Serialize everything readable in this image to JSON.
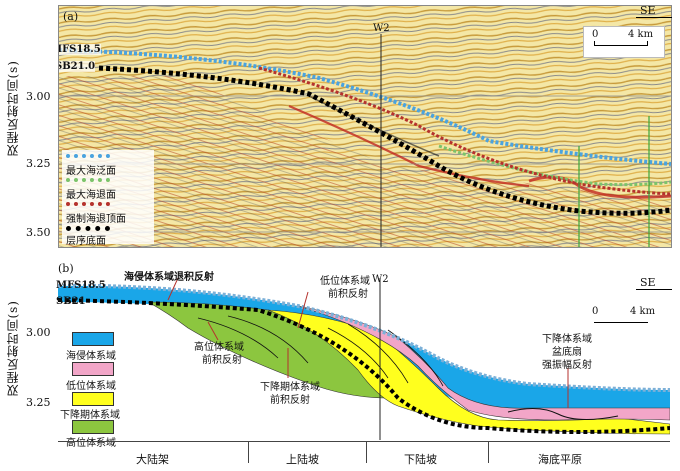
{
  "panel_a": {
    "label": "(a)",
    "direction": "SE",
    "well": "W2",
    "surface_labels": {
      "mfs": "MFS18.5",
      "sb": "SB21.0"
    },
    "scale": {
      "zero": "0",
      "dist": "4 km"
    },
    "yticks": [
      "3.00",
      "3.25",
      "3.50"
    ],
    "legend": [
      {
        "label": "最大海泛面",
        "color": "#4aa3df"
      },
      {
        "label": "最大海退面",
        "color": "#7cc36a"
      },
      {
        "label": "强制海退顶面",
        "color": "#b5322d"
      },
      {
        "label": "层序底面",
        "color": "#000000"
      }
    ]
  },
  "panel_b": {
    "label": "(b)",
    "direction": "SE",
    "well": "W2",
    "surface_labels": {
      "mfs": "MFS18.5",
      "sb": "SB21"
    },
    "scale": {
      "zero": "0",
      "dist": "4 km"
    },
    "yticks": [
      "3.00",
      "3.25"
    ],
    "annotations": {
      "tst": "海侵体系域退积反射",
      "lst_1": "低位体系域",
      "lst_2": "前积反射",
      "hst_1": "高位体系域",
      "hst_2": "前积反射",
      "fsst_1": "下降期体系域",
      "fsst_2": "前积反射",
      "fan_1": "下降体系域",
      "fan_2": "盆底扇",
      "fan_3": "强振幅反射"
    },
    "legend": [
      {
        "label": "海侵体系域",
        "color": "#1aa6e8"
      },
      {
        "label": "低位体系域",
        "color": "#f2a6c8"
      },
      {
        "label": "下降期体系域",
        "color": "#ffff1e"
      },
      {
        "label": "高位体系域",
        "color": "#8cc63f"
      }
    ]
  },
  "ylabel": "双程反射时间(s)",
  "bottom_axis": [
    "大陆架",
    "上陆坡",
    "下陆坡",
    "海底平原"
  ]
}
